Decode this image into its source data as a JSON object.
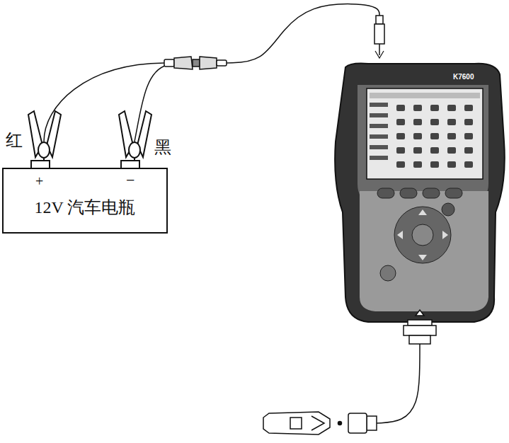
{
  "diagram": {
    "nodes": [
      {
        "text": [
          "12V 汽车电瓶"
        ]
      }
    ],
    "labels": [
      "红",
      "黑",
      "+",
      "−",
      "K7600"
    ]
  }
}
